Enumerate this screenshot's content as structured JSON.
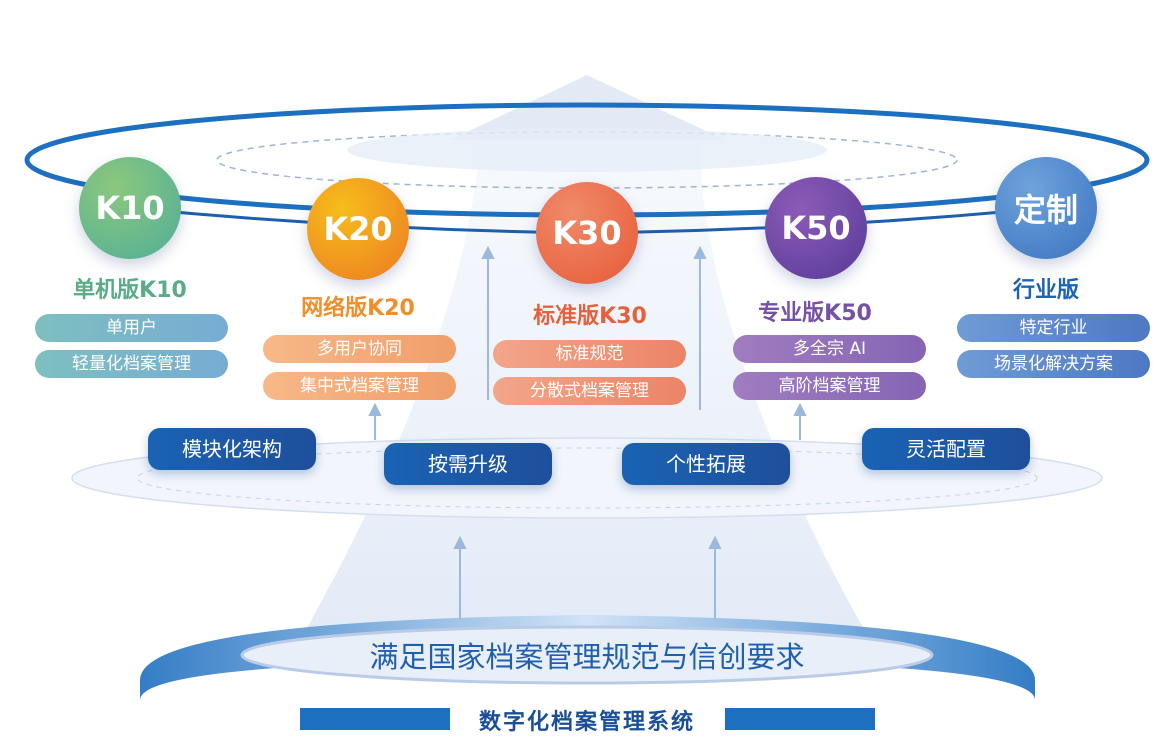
{
  "tiers": [
    {
      "badge": "K10",
      "title": "单机版K10",
      "features": [
        "单用户",
        "轻量化档案管理"
      ]
    },
    {
      "badge": "K20",
      "title": "网络版K20",
      "features": [
        "多用户协同",
        "集中式档案管理"
      ]
    },
    {
      "badge": "K30",
      "title": "标准版K30",
      "features": [
        "标准规范",
        "分散式档案管理"
      ]
    },
    {
      "badge": "K50",
      "title": "专业版K50",
      "features": [
        "多全宗 AI",
        "高阶档案管理"
      ]
    },
    {
      "badge": "定制",
      "title": "行业版",
      "features": [
        "特定行业",
        "场景化解决方案"
      ]
    }
  ],
  "capabilities": [
    "模块化架构",
    "按需升级",
    "个性拓展",
    "灵活配置"
  ],
  "base_statement": "满足国家档案管理规范与信创要求",
  "system_name": "数字化档案管理系统",
  "colors": {
    "k10": "#5fb58a",
    "k20": "#f0961e",
    "k30": "#ea6446",
    "k50": "#6a3f9e",
    "custom": "#3f7fc8",
    "brand_blue": "#1a63b3"
  }
}
